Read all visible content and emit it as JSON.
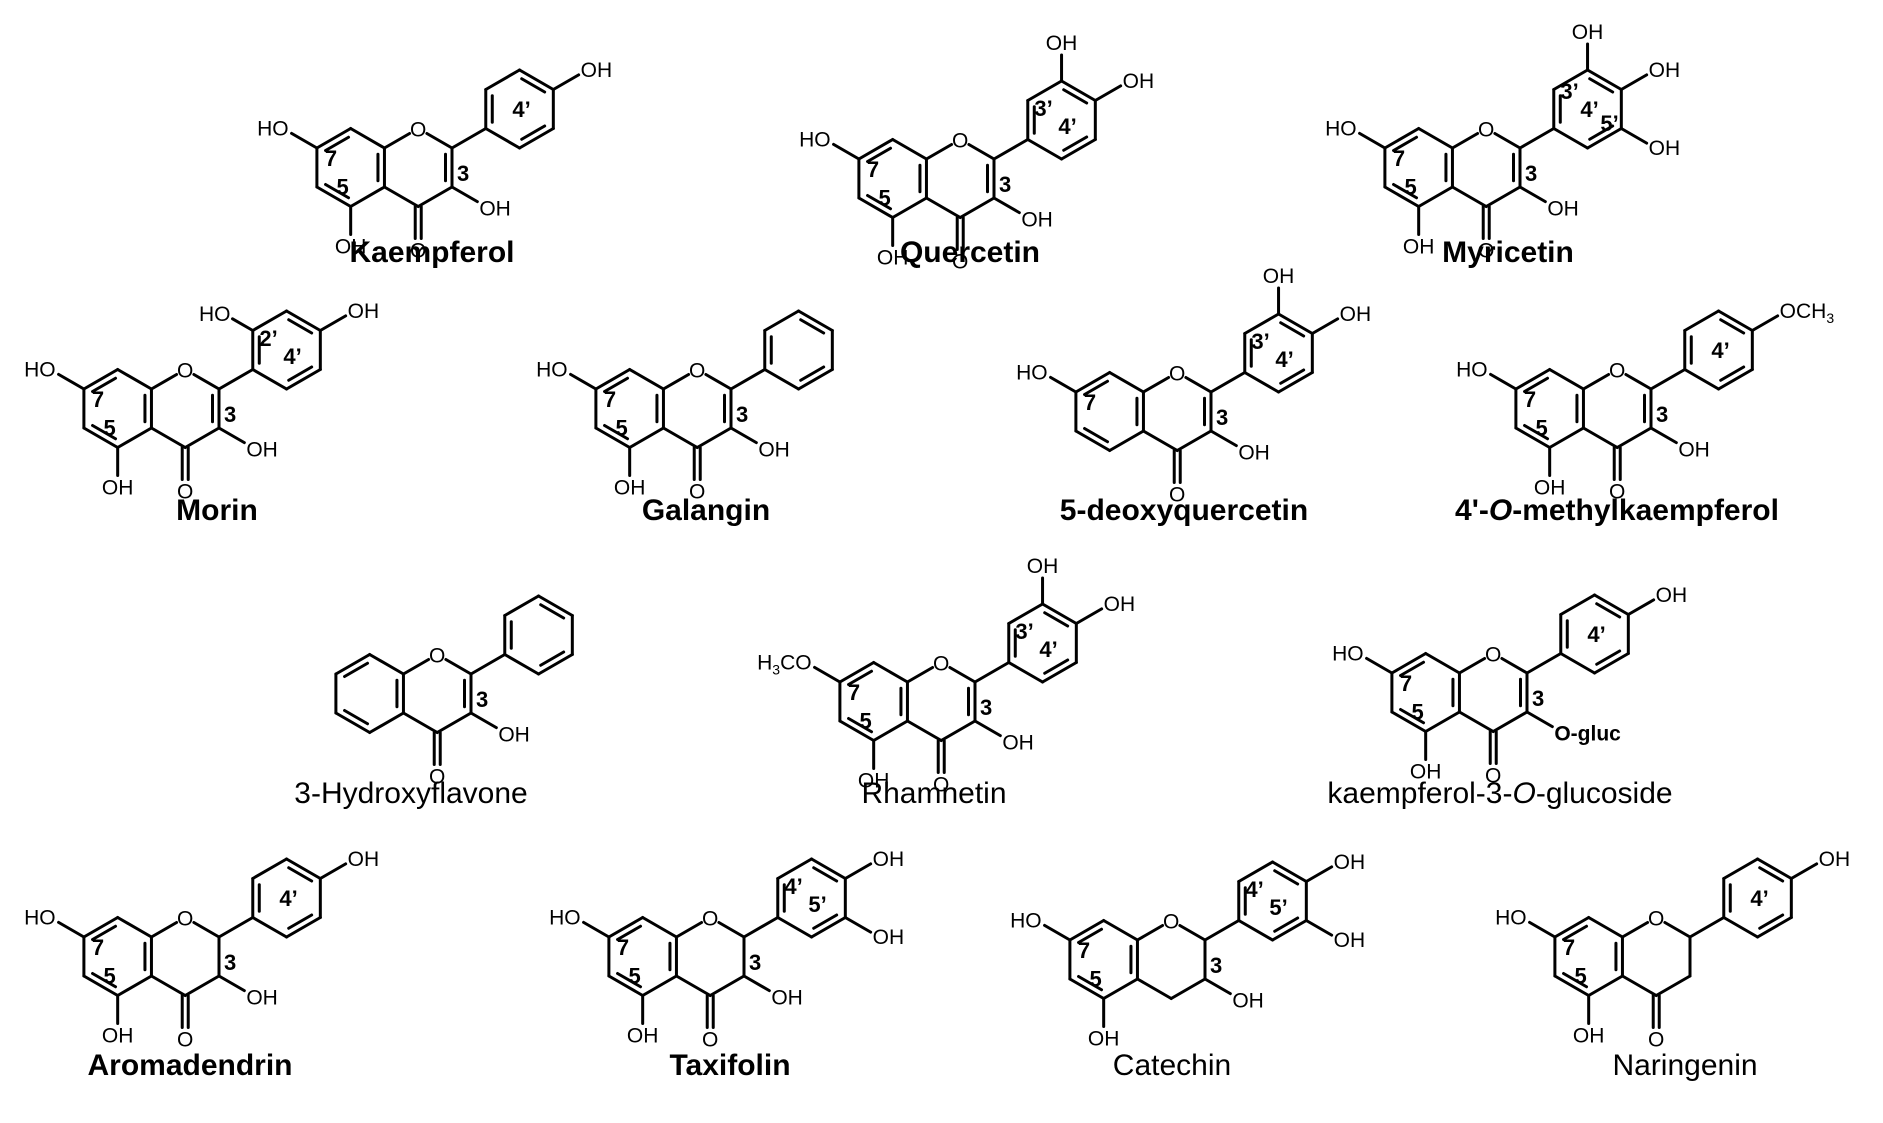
{
  "compounds": [
    {
      "id": "kaempferol",
      "name": "Kaempferol",
      "name_parts": [
        {
          "text": "Kaempferol"
        }
      ],
      "bold": true,
      "core": "flavonol",
      "ring_b": "phenyl",
      "labels": {
        "c7": "7",
        "c5": "5",
        "c3": "3",
        "b": [
          "4’"
        ]
      },
      "substituents": {
        "r7": "HO",
        "r5": "OH",
        "r3": "OH",
        "r4p": "OH"
      }
    },
    {
      "id": "quercetin",
      "name": "Quercetin",
      "name_parts": [
        {
          "text": "Quercetin"
        }
      ],
      "bold": true,
      "core": "flavonol",
      "ring_b": "phenyl",
      "labels": {
        "c7": "7",
        "c5": "5",
        "c3": "3",
        "b": [
          "3’",
          "4’"
        ]
      },
      "substituents": {
        "r7": "HO",
        "r5": "OH",
        "r3": "OH",
        "r3p": "OH",
        "r4p": "OH"
      }
    },
    {
      "id": "myricetin",
      "name": "Myricetin",
      "name_parts": [
        {
          "text": "Myricetin"
        }
      ],
      "bold": true,
      "core": "flavonol",
      "ring_b": "phenyl",
      "labels": {
        "c7": "7",
        "c5": "5",
        "c3": "3",
        "b": [
          "3’",
          "4’",
          "5’"
        ]
      },
      "substituents": {
        "r7": "HO",
        "r5": "OH",
        "r3": "OH",
        "r3p": "OH",
        "r4p": "OH",
        "r5p": "OH"
      }
    },
    {
      "id": "morin",
      "name": "Morin",
      "name_parts": [
        {
          "text": "Morin"
        }
      ],
      "bold": true,
      "core": "flavonol",
      "ring_b": "phenyl",
      "labels": {
        "c7": "7",
        "c5": "5",
        "c3": "3",
        "b": [
          "2’",
          "4’"
        ]
      },
      "substituents": {
        "r7": "HO",
        "r5": "OH",
        "r3": "OH",
        "r2p": "HO",
        "r4p": "OH"
      }
    },
    {
      "id": "galangin",
      "name": "Galangin",
      "name_parts": [
        {
          "text": "Galangin"
        }
      ],
      "bold": true,
      "core": "flavonol",
      "ring_b": "benzene",
      "labels": {
        "c7": "7",
        "c5": "5",
        "c3": "3",
        "b": []
      },
      "substituents": {
        "r7": "HO",
        "r5": "OH",
        "r3": "OH"
      }
    },
    {
      "id": "deoxyquercetin",
      "name": "5-deoxyquercetin",
      "name_parts": [
        {
          "text": "5-deoxyquercetin"
        }
      ],
      "bold": true,
      "core": "flavonol",
      "ring_b": "phenyl",
      "labels": {
        "c7": "7",
        "c5": "",
        "c3": "3",
        "b": [
          "3’",
          "4’"
        ]
      },
      "substituents": {
        "r7": "HO",
        "r3": "OH",
        "r3p": "OH",
        "r4p": "OH"
      }
    },
    {
      "id": "methylkaempferol",
      "name": "4'-O-methylkaempferol",
      "name_parts": [
        {
          "text": "4'-"
        },
        {
          "text": "O",
          "italic": true
        },
        {
          "text": "-methylkaempferol"
        }
      ],
      "bold": true,
      "core": "flavonol",
      "ring_b": "phenyl",
      "labels": {
        "c7": "7",
        "c5": "5",
        "c3": "3",
        "b": [
          "4’"
        ]
      },
      "substituents": {
        "r7": "HO",
        "r5": "OH",
        "r3": "OH",
        "r4p": "OCH3"
      }
    },
    {
      "id": "hydroxyflavone",
      "name": "3-Hydroxyflavone",
      "name_parts": [
        {
          "text": "3-Hydroxyflavone"
        }
      ],
      "bold": false,
      "core": "flavonol",
      "ring_b": "benzene",
      "labels": {
        "c7": "",
        "c5": "",
        "c3": "3",
        "b": []
      },
      "substituents": {
        "r3": "OH"
      }
    },
    {
      "id": "rhamnetin",
      "name": "Rhamnetin",
      "name_parts": [
        {
          "text": "Rhamnetin"
        }
      ],
      "bold": false,
      "core": "flavonol",
      "ring_b": "phenyl",
      "labels": {
        "c7": "7",
        "c5": "5",
        "c3": "3",
        "b": [
          "3’",
          "4’"
        ]
      },
      "substituents": {
        "r7": "H3CO",
        "r5": "OH",
        "r3": "OH",
        "r3p": "OH",
        "r4p": "OH"
      }
    },
    {
      "id": "kaempferol_glucoside",
      "name": "kaempferol-3-O-glucoside",
      "name_parts": [
        {
          "text": "kaempferol-3-"
        },
        {
          "text": "O",
          "italic": true
        },
        {
          "text": "-glucoside"
        }
      ],
      "bold": false,
      "core": "flavonol",
      "ring_b": "phenyl",
      "labels": {
        "c7": "7",
        "c5": "5",
        "c3": "3",
        "b": [
          "4’"
        ]
      },
      "substituents": {
        "r7": "HO",
        "r5": "OH",
        "r3": "O-gluc",
        "r4p": "OH"
      }
    },
    {
      "id": "aromadendrin",
      "name": "Aromadendrin",
      "name_parts": [
        {
          "text": "Aromadendrin"
        }
      ],
      "bold": true,
      "core": "dihydroflavonol",
      "ring_b": "phenyl",
      "labels": {
        "c7": "7",
        "c5": "5",
        "c3": "3",
        "b": [
          "4’"
        ]
      },
      "substituents": {
        "r7": "HO",
        "r5": "OH",
        "r3": "OH",
        "r4p": "OH"
      }
    },
    {
      "id": "taxifolin",
      "name": "Taxifolin",
      "name_parts": [
        {
          "text": "Taxifolin"
        }
      ],
      "bold": true,
      "core": "dihydroflavonol",
      "ring_b": "phenyl",
      "labels": {
        "c7": "7",
        "c5": "5",
        "c3": "3",
        "b": [
          "4’",
          "5’"
        ]
      },
      "substituents": {
        "r7": "HO",
        "r5": "OH",
        "r3": "OH",
        "r4p": "OH",
        "r5p": "OH"
      }
    },
    {
      "id": "catechin",
      "name": "Catechin",
      "name_parts": [
        {
          "text": "Catechin"
        }
      ],
      "bold": false,
      "core": "flavan3ol",
      "ring_b": "phenyl",
      "labels": {
        "c7": "7",
        "c5": "5",
        "c3": "3",
        "b": [
          "4’",
          "5’"
        ]
      },
      "substituents": {
        "r7": "HO",
        "r5": "OH",
        "r3": "OH",
        "r4p": "OH",
        "r5p": "OH"
      }
    },
    {
      "id": "naringenin",
      "name": "Naringenin",
      "name_parts": [
        {
          "text": "Naringenin"
        }
      ],
      "bold": false,
      "core": "flavanone",
      "ring_b": "phenyl",
      "labels": {
        "c7": "7",
        "c5": "5",
        "c3": "",
        "b": [
          "4’"
        ]
      },
      "substituents": {
        "r7": "HO",
        "r5": "OH",
        "r4p": "OH"
      }
    }
  ],
  "common_atoms": {
    "ring_oxygen": "O",
    "carbonyl_oxygen": "O"
  }
}
